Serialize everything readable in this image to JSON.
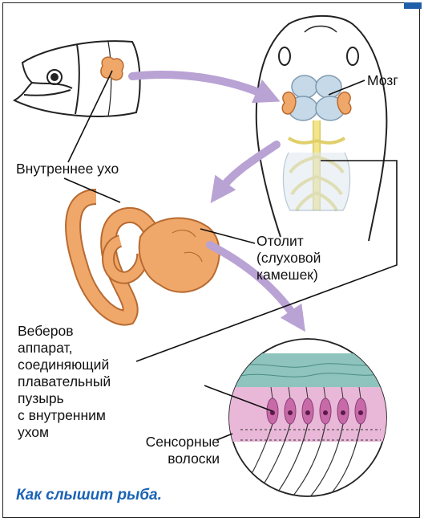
{
  "labels": {
    "brain": "Мозг",
    "inner_ear": "Внутреннее ухо",
    "otolith": "Отолит\n(слуховой\nкамешек)",
    "weberian": "Веберов\nаппарат,\nсоединяющий\nплавательный\nпузырь\nс внутренним\nухом",
    "sensory_hairs": "Сенсорные\nволоски"
  },
  "caption": "Как слышит рыба.",
  "colors": {
    "caption": "#1b63b5",
    "ear": "#f0a86a",
    "ear_outline": "#b86a30",
    "arrow": "#b9a2d4",
    "brain": "#c5d9e8",
    "nerves": "#f3e58a",
    "otolith_layer": "#8fc3bd",
    "hair_cells": "#e9b8d8",
    "frame_tab": "#1f5fa8"
  },
  "icons": [
    "fish-head-icon",
    "fish-brain-top-view-icon",
    "inner-ear-icon",
    "hair-cell-magnifier-icon"
  ]
}
